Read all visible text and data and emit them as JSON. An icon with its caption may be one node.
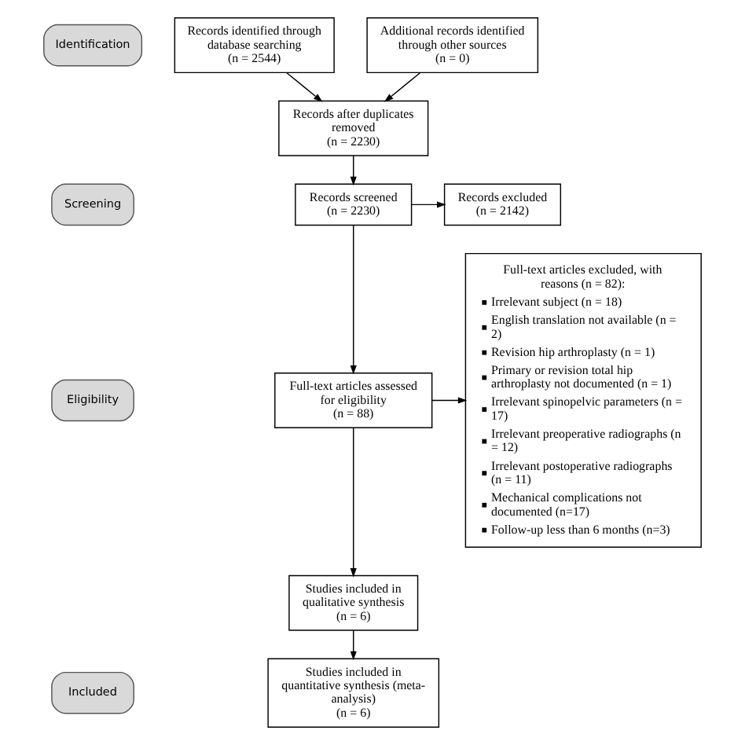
{
  "diagram": {
    "nodes": [
      {
        "text": [
          "Identification"
        ]
      },
      {
        "text": [
          "Records identified through database searching",
          "(n = 2544)"
        ]
      },
      {
        "text": [
          "Additional records identified through other sources",
          "(n = 0)"
        ]
      },
      {
        "text": [
          "Screening"
        ]
      },
      {
        "text": [
          "Records after duplicates removed",
          "(n = 2230)"
        ]
      },
      {
        "text": [
          "Records screened",
          "(n = 2230)"
        ]
      },
      {
        "text": [
          "Records excluded",
          "(n = 2142)"
        ]
      },
      {
        "text": [
          "Eligibility"
        ]
      },
      {
        "text": [
          "Full-text articles assessed for eligibility",
          "(n = 88)"
        ]
      },
      {
        "text": [
          "Full-text articles excluded, with reasons (n = 82):",
          "Irrelevant subject (n = 18)",
          "English translation not available (n = 2)",
          "Revision hip arthroplasty (n = 1)",
          "Primary or revision total hip arthroplasty not documented (n = 1)",
          "Irrelevant spinopelvic parameters (n = 17)",
          "Irrelevant preoperative radiographs (n = 12)",
          "Irrelevant postoperative radiographs (n = 11)",
          "Mechanical complications not documented (n=17)",
          "Follow-up less than 6 months (n=3)"
        ]
      },
      {
        "text": [
          "Included"
        ]
      },
      {
        "text": [
          "Studies included in qualitative synthesis",
          "(n = 6)"
        ]
      },
      {
        "text": [
          "Studies included in quantitative synthesis (meta-analysis)",
          "(n = 6)"
        ]
      }
    ],
    "edges": [
      {
        "from": 1,
        "to": 4,
        "arrow": "to"
      },
      {
        "from": 2,
        "to": 4,
        "arrow": "to"
      },
      {
        "from": 4,
        "to": 5,
        "arrow": "to"
      },
      {
        "from": 5,
        "to": 6,
        "arrow": "to"
      },
      {
        "from": 5,
        "to": 8,
        "arrow": "to"
      },
      {
        "from": 8,
        "to": 9,
        "arrow": "to"
      },
      {
        "from": 8,
        "to": 11,
        "arrow": "to"
      },
      {
        "from": 11,
        "to": 12,
        "arrow": "to"
      }
    ]
  }
}
